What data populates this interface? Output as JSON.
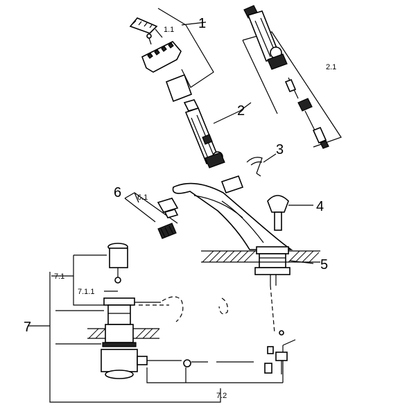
{
  "callouts": {
    "c1": "1",
    "c1_1": "1.1",
    "c2": "2",
    "c2_1": "2.1",
    "c3": "3",
    "c4": "4",
    "c5": "5",
    "c6": "6",
    "c6_1": "6.1",
    "c7": "7",
    "c7_1": "7.1",
    "c7_1_1": "7.1.1",
    "c7_2": "7.2"
  }
}
